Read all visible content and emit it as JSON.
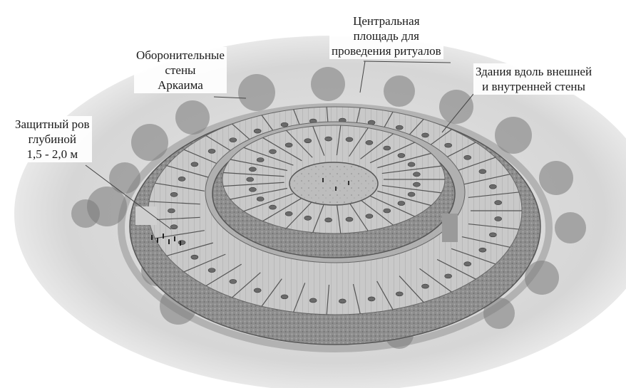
{
  "labels": {
    "walls": [
      "Оборонительные",
      "стены",
      "Аркаима"
    ],
    "square": [
      "Центральная",
      "площадь для",
      "проведения ритуалов"
    ],
    "buildings": [
      "Здания вдоль внешней",
      "и внутренней стены"
    ],
    "moat": [
      "Защитный ров",
      "глубиной",
      "1,5 - 2,0 м"
    ]
  },
  "outer_ring_house_count": 35,
  "inner_ring_house_count": 25,
  "colors": {
    "ground": "#dcdcdc",
    "wall": "#8a8a8a",
    "roof": "#c4c4c4",
    "tree": "#6e6e6e",
    "line": "#555555"
  }
}
